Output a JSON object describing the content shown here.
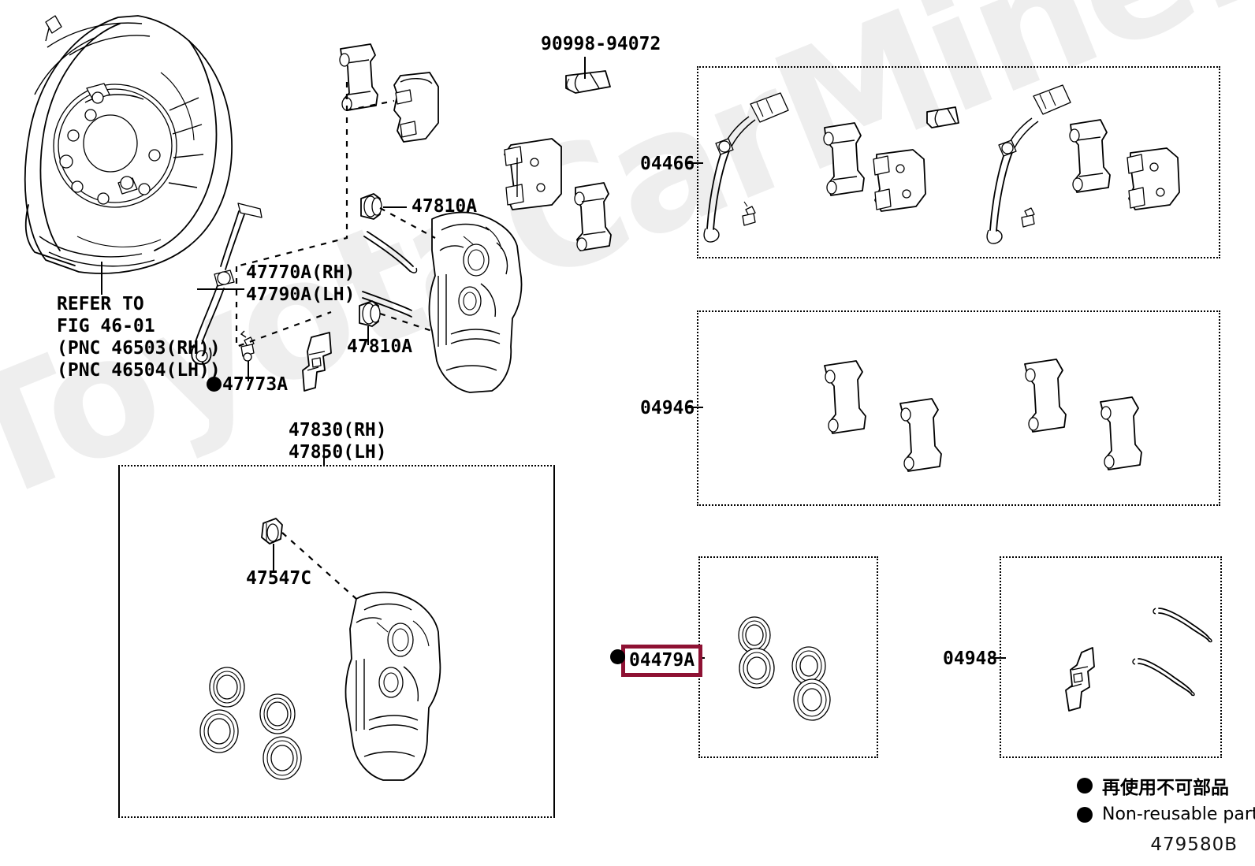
{
  "figure": {
    "id": "479580B",
    "watermark": "ToyotaCarMine.ru"
  },
  "labels": {
    "refer_to": "REFER TO\nFIG 46-01\n(PNC 46503(RH))\n(PNC 46504(LH))",
    "sensor_wire": "47770A(RH)\n47790A(LH)",
    "clip_47773a": "47773A",
    "bolt_upper": "47810A",
    "bolt_lower": "47810A",
    "plug_90998": "90998-94072",
    "caliper_assy": "47830(RH)\n47850(LH)",
    "bleeder_47547c": "47547C",
    "kit_04466": "04466",
    "kit_04946": "04946",
    "kit_04479a": "04479A",
    "kit_04948": "04948"
  },
  "legend": {
    "marker_color": "#000000",
    "rows": [
      {
        "text": "再使用不可部品"
      },
      {
        "text": "Non-reusable part"
      }
    ]
  },
  "highlight": {
    "part": "04479A",
    "border_color": "#8e1133"
  },
  "boxes": [
    {
      "name": "pad-kit-04466",
      "label": "04466"
    },
    {
      "name": "shim-kit-04946",
      "label": "04946"
    },
    {
      "name": "seal-kit-04479a",
      "label": "04479A"
    },
    {
      "name": "fitting-kit-04948",
      "label": "04948"
    },
    {
      "name": "caliper-assembly-box",
      "label": "47830(RH) 47850(LH)"
    }
  ]
}
